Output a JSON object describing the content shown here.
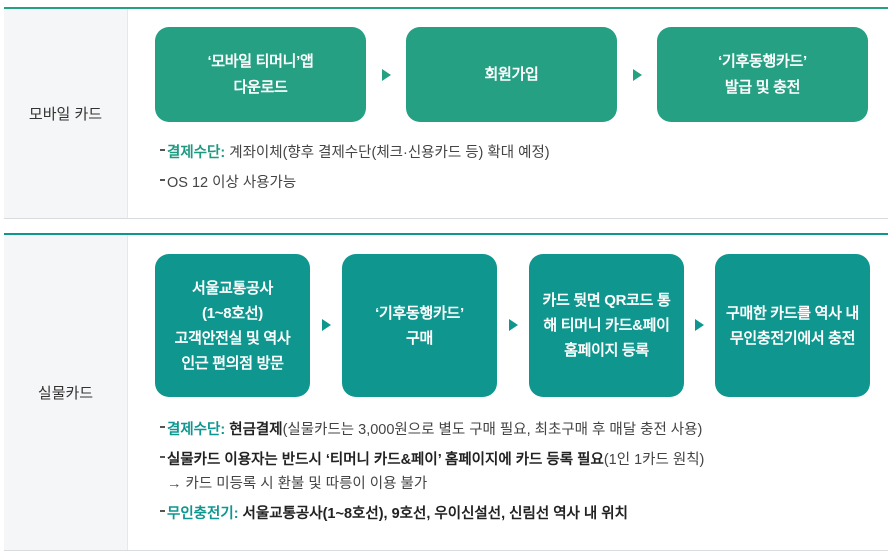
{
  "colors": {
    "mobile_accent": "#26a083",
    "physical_accent": "#0f978f",
    "mobile_key": "#1f9a82",
    "physical_key": "#109690"
  },
  "icons": {
    "step_arrow": "triangle-right-icon"
  },
  "mobile": {
    "label": "모바일 카드",
    "steps": [
      {
        "lines": [
          "‘모바일 티머니’앱",
          "다운로드"
        ]
      },
      {
        "lines": [
          "회원가입"
        ]
      },
      {
        "lines": [
          "‘기후동행카드’",
          "발급 및 충전"
        ]
      }
    ],
    "notes": [
      {
        "key": "결제수단:",
        "text": " 계좌이체(향후 결제수단(체크·신용카드 등) 확대 예정)"
      },
      {
        "text": "OS 12 이상 사용가능"
      }
    ]
  },
  "physical": {
    "label": "실물카드",
    "steps": [
      {
        "lines": [
          "서울교통공사",
          "(1~8호선)",
          "고객안전실 및 역사",
          "인근 편의점 방문"
        ]
      },
      {
        "lines": [
          "‘기후동행카드’",
          "구매"
        ]
      },
      {
        "lines": [
          "카드 뒷면 QR코드 통",
          "해 티머니 카드&페이",
          "홈페이지 등록"
        ]
      },
      {
        "lines": [
          "구매한 카드를 역사 내",
          "무인충전기에서 충전"
        ]
      }
    ],
    "notes": [
      {
        "key": "결제수단:",
        "strong": " 현금결제",
        "text": "(실물카드는 3,000원으로 별도 구매 필요, 최초구매 후 매달 충전 사용)"
      },
      {
        "strong": "실물카드 이용자는 반드시 ‘티머니 카드&페이’ 홈페이지에 카드 등록 필요",
        "text": "(1인 1카드 원칙)",
        "sub": "→ 카드 미등록 시 환불 및 따릉이 이용 불가"
      },
      {
        "key": "무인충전기:",
        "strong": " 서울교통공사(1~8호선), 9호선, 우이신설선, 신림선 역사 내 위치"
      }
    ]
  }
}
